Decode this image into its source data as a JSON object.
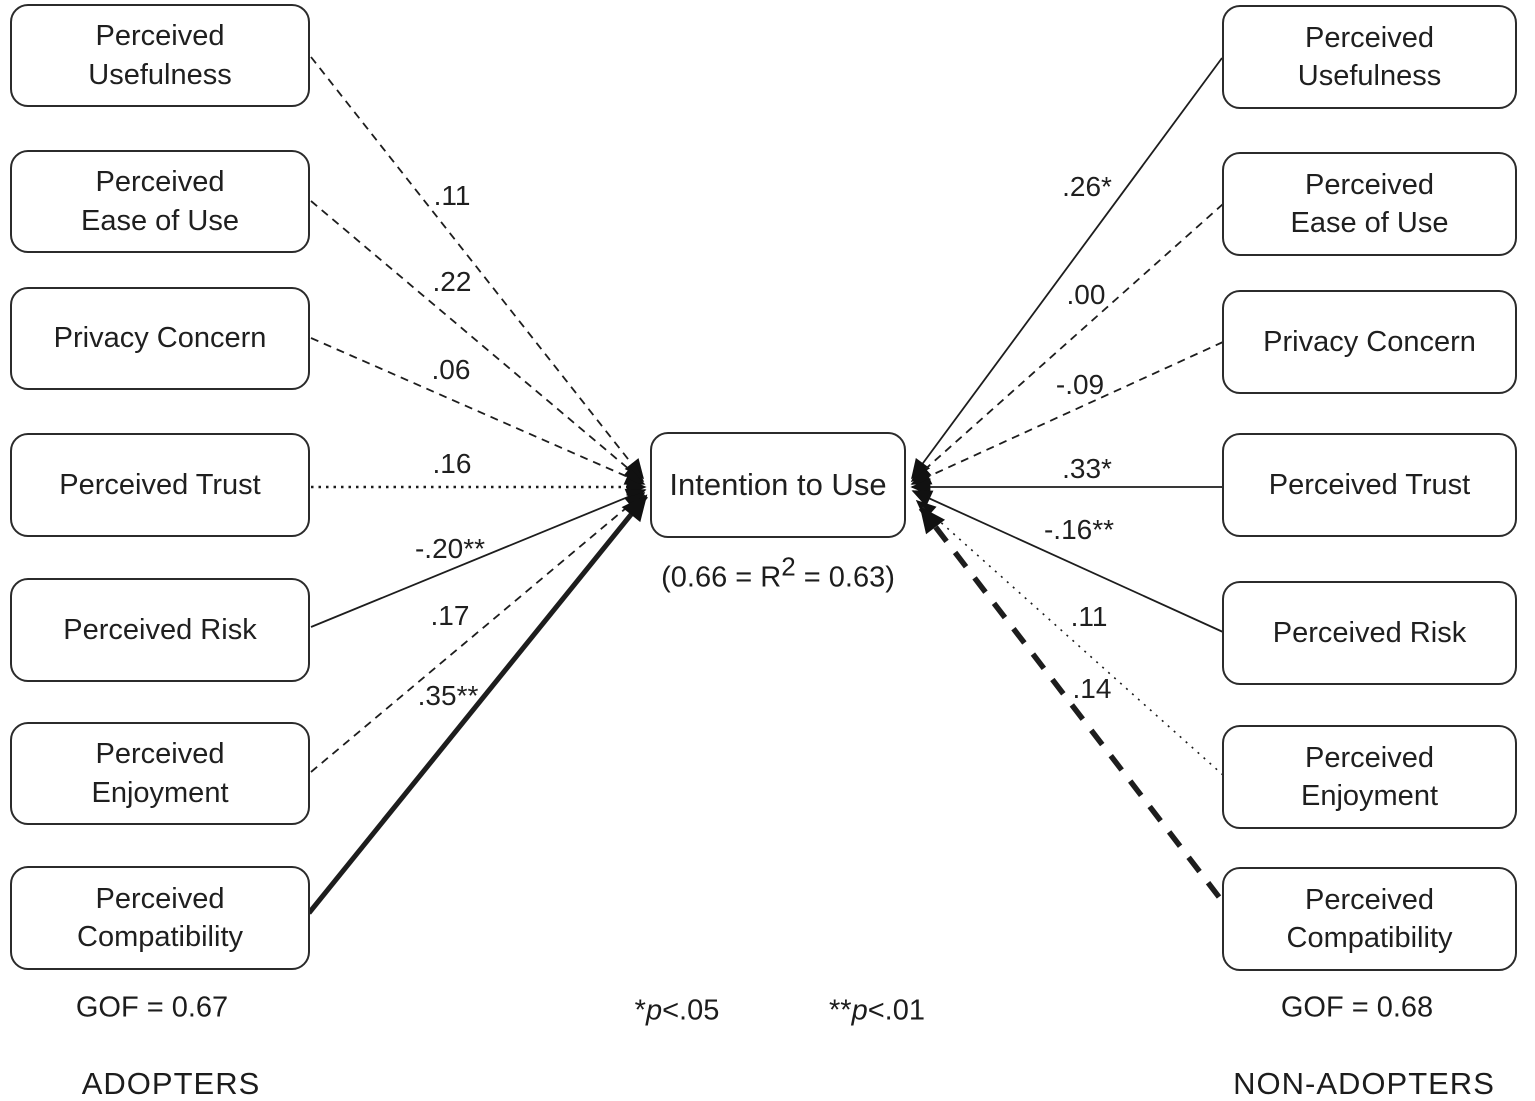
{
  "diagram": {
    "center_node": {
      "label": "Intention to Use",
      "r2_prefix": "(0.66 = R",
      "r2_sup": "2",
      "r2_suffix": " = 0.63)"
    },
    "significance_notes": [
      {
        "stars": "*",
        "p": "p",
        "rest": "<.05"
      },
      {
        "stars": "**",
        "p": "p",
        "rest": "<.01"
      }
    ],
    "adopters": {
      "gof": "GOF = 0.67",
      "group_label": "ADOPTERS",
      "predictors": [
        {
          "label": "Perceived\nUsefulness",
          "coef": ".11",
          "line_style": "dashed"
        },
        {
          "label": "Perceived\nEase of Use",
          "coef": ".22",
          "line_style": "dashed"
        },
        {
          "label": "Privacy Concern",
          "coef": ".06",
          "line_style": "dashed"
        },
        {
          "label": "Perceived Trust",
          "coef": ".16",
          "line_style": "dotted"
        },
        {
          "label": "Perceived Risk",
          "coef": "-.20**",
          "line_style": "solid"
        },
        {
          "label": "Perceived\nEnjoyment",
          "coef": ".17",
          "line_style": "dashed"
        },
        {
          "label": "Perceived\nCompatibility",
          "coef": ".35**",
          "line_style": "solid-thick"
        }
      ]
    },
    "non_adopters": {
      "gof": "GOF = 0.68",
      "group_label": "NON-ADOPTERS",
      "predictors": [
        {
          "label": "Perceived\nUsefulness",
          "coef": ".26*",
          "line_style": "solid"
        },
        {
          "label": "Perceived\nEase of Use",
          "coef": ".00",
          "line_style": "dashed"
        },
        {
          "label": "Privacy Concern",
          "coef": "-.09",
          "line_style": "dashed"
        },
        {
          "label": "Perceived Trust",
          "coef": ".33*",
          "line_style": "solid"
        },
        {
          "label": "Perceived Risk",
          "coef": "-.16**",
          "line_style": "solid"
        },
        {
          "label": "Perceived\nEnjoyment",
          "coef": ".11",
          "line_style": "dotted-fine"
        },
        {
          "label": "Perceived\nCompatibility",
          "coef": ".14",
          "line_style": "dashed-thick"
        }
      ]
    }
  }
}
